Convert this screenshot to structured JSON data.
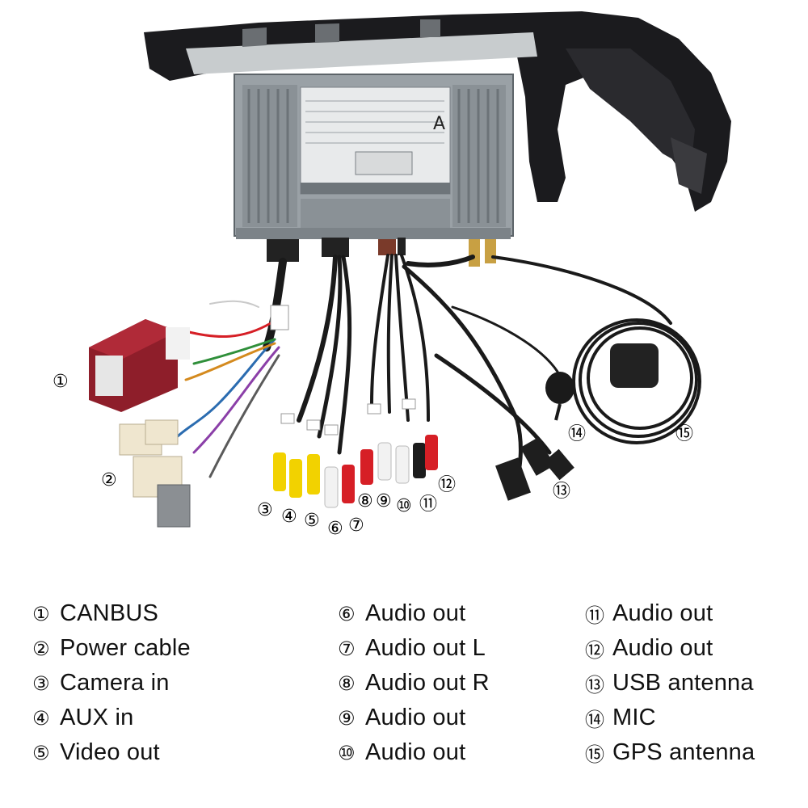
{
  "colors": {
    "unit_body": "#9aa1a6",
    "unit_dark": "#5d6469",
    "bezel": "#1b1b1e",
    "canbus_box": "#8e1e2a",
    "cable": "#1a1a1a",
    "rca_yellow": "#f2d200",
    "rca_white": "#f2f2f2",
    "rca_red": "#d61f26",
    "rca_black": "#1c1c1c",
    "connector_cream": "#efe6cf"
  },
  "photo": {
    "unit_panel_letter": "A"
  },
  "callouts": [
    {
      "id": 1,
      "glyph": "①"
    },
    {
      "id": 2,
      "glyph": "②"
    },
    {
      "id": 3,
      "glyph": "③"
    },
    {
      "id": 4,
      "glyph": "④"
    },
    {
      "id": 5,
      "glyph": "⑤"
    },
    {
      "id": 6,
      "glyph": "⑥"
    },
    {
      "id": 7,
      "glyph": "⑦"
    },
    {
      "id": 8,
      "glyph": "⑧"
    },
    {
      "id": 9,
      "glyph": "⑨"
    },
    {
      "id": 10,
      "glyph": "⑩"
    },
    {
      "id": 11,
      "glyph": "⑪"
    },
    {
      "id": 12,
      "glyph": "⑫"
    },
    {
      "id": 13,
      "glyph": "⑬"
    },
    {
      "id": 14,
      "glyph": "⑭"
    },
    {
      "id": 15,
      "glyph": "⑮"
    }
  ],
  "legend": {
    "col1": [
      {
        "glyph": "①",
        "label": "CANBUS"
      },
      {
        "glyph": "②",
        "label": "Power cable"
      },
      {
        "glyph": "③",
        "label": "Camera in"
      },
      {
        "glyph": "④",
        "label": "AUX in"
      },
      {
        "glyph": "⑤",
        "label": "Video out"
      }
    ],
    "col2": [
      {
        "glyph": "⑥",
        "label": "Audio out"
      },
      {
        "glyph": "⑦",
        "label": "Audio out L"
      },
      {
        "glyph": "⑧",
        "label": "Audio out R"
      },
      {
        "glyph": "⑨",
        "label": "Audio out"
      },
      {
        "glyph": "⑩",
        "label": "Audio out"
      }
    ],
    "col3": [
      {
        "glyph": "⑪",
        "label": "Audio out"
      },
      {
        "glyph": "⑫",
        "label": "Audio out"
      },
      {
        "glyph": "⑬",
        "label": "USB antenna"
      },
      {
        "glyph": "⑭",
        "label": "MIC"
      },
      {
        "glyph": "⑮",
        "label": "GPS antenna"
      }
    ]
  }
}
